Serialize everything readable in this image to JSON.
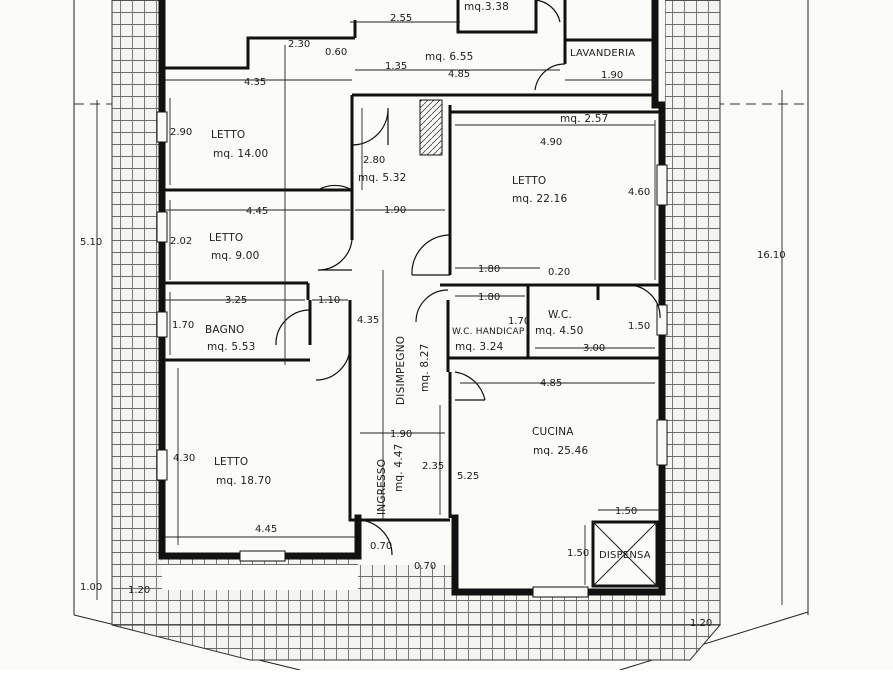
{
  "rooms": {
    "letto_1": {
      "name": "LETTO",
      "area": "mq. 14.00"
    },
    "letto_2": {
      "name": "LETTO",
      "area": "mq. 9.00"
    },
    "bagno": {
      "name": "BAGNO",
      "area": "mq. 5.53"
    },
    "letto_3": {
      "name": "LETTO",
      "area": "mq. 18.70"
    },
    "letto_4": {
      "name": "LETTO",
      "area": "mq. 22.16"
    },
    "wc_handicap": {
      "name": "W.C. HANDICAP",
      "area": "mq. 3.24"
    },
    "wc": {
      "name": "W.C.",
      "area": "mq. 4.50"
    },
    "cucina": {
      "name": "CUCINA",
      "area": "mq. 25.46"
    },
    "dispensa": {
      "name": "DISPENSA"
    },
    "disimpegno": {
      "name": "DISIMPEGNO",
      "area": "mq. 8.27"
    },
    "ingresso": {
      "name": "INGRESSO",
      "area": "mq. 4.47"
    },
    "lavanderia": {
      "name": "LAVANDERIA"
    },
    "corridor_area": "mq. 6.55",
    "top_area": "mq.3.38",
    "closet_area": "mq. 2.57",
    "passage_area": "mq. 5.32"
  },
  "dimensions": {
    "d255": "2.55",
    "d230": "2.30",
    "d060": "0.60",
    "d135": "1.35",
    "d485a": "4.85",
    "d190a": "1.90",
    "d435a": "4.35",
    "d290": "2.90",
    "d490": "4.90",
    "d280": "2.80",
    "d445a": "4.45",
    "d190b": "1.90",
    "d460": "4.60",
    "d202": "2.02",
    "d510": "5.10",
    "d180a": "1.80",
    "d020": "0.20",
    "d1610": "16.10",
    "d325": "3.25",
    "d110": "1.10",
    "d180b": "1.80",
    "d170a": "1.70",
    "d170b": "1.70",
    "d150a": "1.50",
    "d435b": "4.35",
    "d300": "3.00",
    "d485b": "4.85",
    "d190c": "1.90",
    "d430": "4.30",
    "d235": "2.35",
    "d525": "5.25",
    "d150b": "1.50",
    "d150c": "1.50",
    "d445b": "4.45",
    "d070a": "0.70",
    "d070b": "0.70",
    "d100": "1.00",
    "d120a": "1.20",
    "d120b": "1.20"
  }
}
